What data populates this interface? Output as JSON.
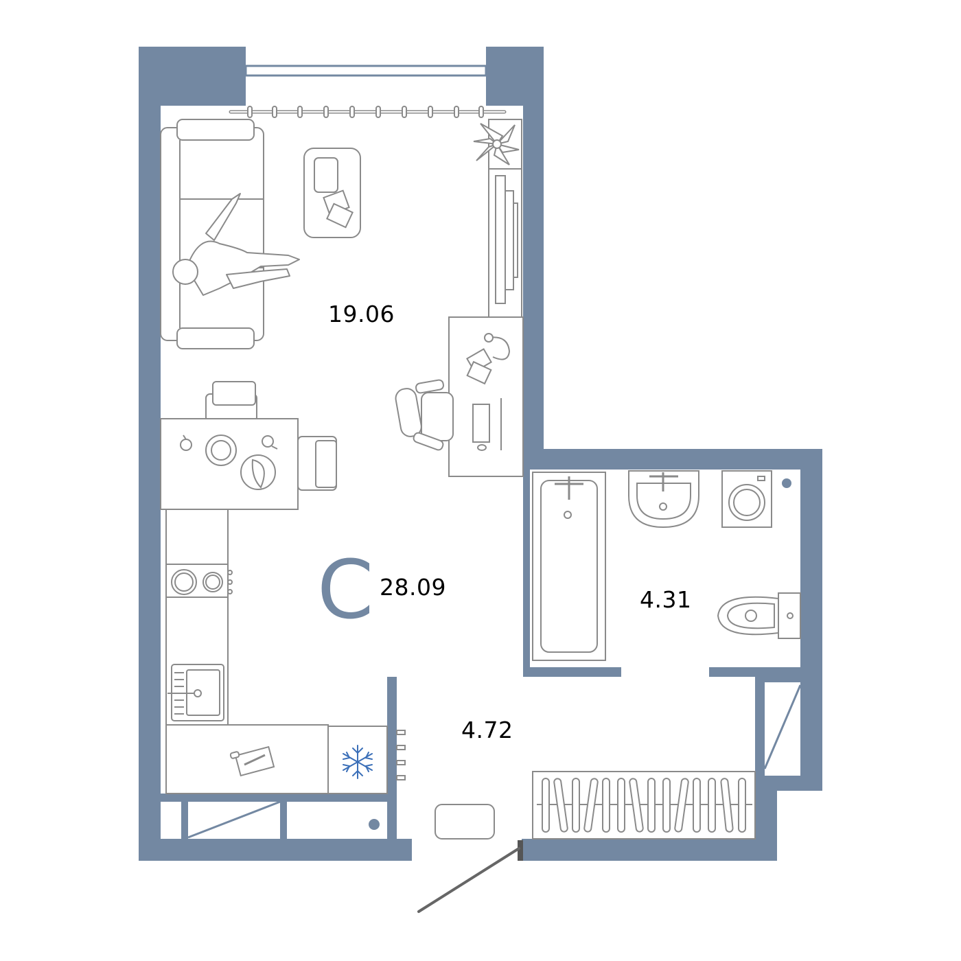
{
  "plan": {
    "type_letter": "C",
    "total_area": "28.09",
    "rooms": [
      {
        "id": "living",
        "area": "19.06"
      },
      {
        "id": "bathroom",
        "area": "4.31"
      },
      {
        "id": "hallway",
        "area": "4.72"
      }
    ]
  },
  "colors": {
    "wall": "#7388a2",
    "furniture_stroke": "#8a8a8a",
    "snowflake": "#3b6fb8",
    "door_swing": "#666666",
    "background": "#ffffff"
  },
  "icons": [
    "sofa-icon",
    "person-icon",
    "coffee-table-icon",
    "plant-icon",
    "tv-icon",
    "desk-icon",
    "office-chair-icon",
    "dining-table-icon",
    "dining-chair-icon",
    "stove-icon",
    "kitchen-sink-icon",
    "cutting-board-icon",
    "fridge-snowflake-icon",
    "bathtub-icon",
    "washbasin-icon",
    "washing-machine-icon",
    "toilet-icon",
    "wardrobe-icon",
    "rug-icon",
    "entrance-door-icon"
  ]
}
